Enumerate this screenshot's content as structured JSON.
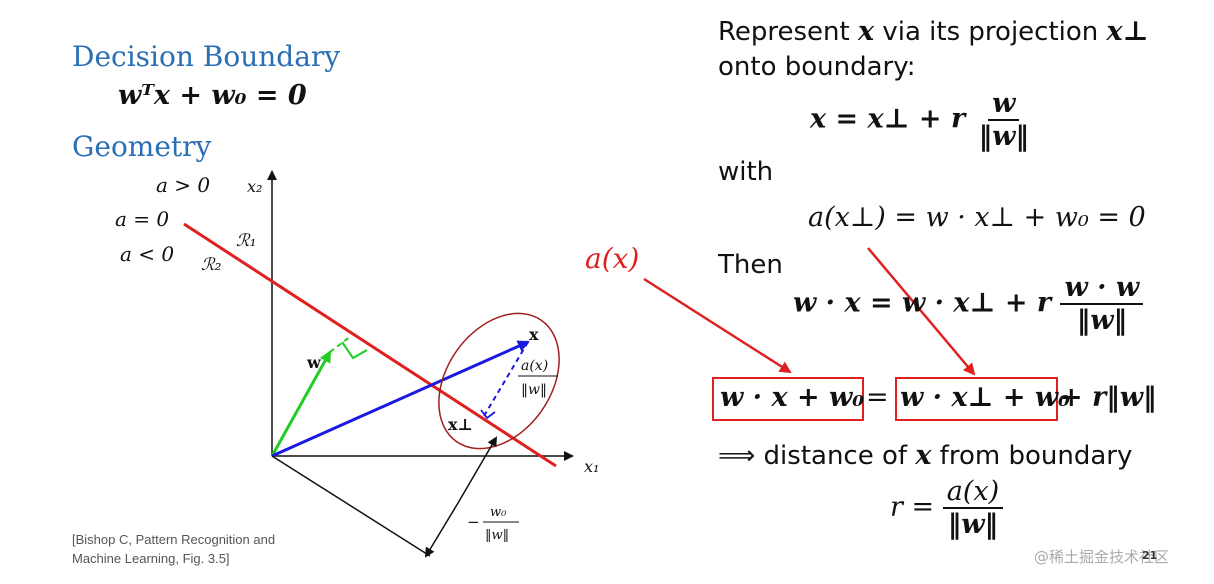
{
  "left": {
    "heading_decision": "Decision Boundary",
    "boundary_equation": "wᵀx + w₀ = 0",
    "heading_geometry": "Geometry",
    "labels": {
      "a_pos": "a > 0",
      "a_zero": "a = 0",
      "a_neg": "a < 0",
      "R1": "ℛ₁",
      "R2": "ℛ₂",
      "x1": "x₁",
      "x2": "x₂",
      "w": "w",
      "x": "x",
      "x_perp": "x⊥",
      "ax_num": "a(x)",
      "ax_den": "‖w‖",
      "w0_sign": "−",
      "w0_num": "w₀",
      "w0_den": "‖w‖"
    },
    "citation_line1": "[Bishop C, Pattern Recognition and",
    "citation_line2": "Machine Learning, Fig. 3.5]"
  },
  "right": {
    "line1_pre": "Represent ",
    "line1_x": "x",
    "line1_mid": " via its projection ",
    "line1_xperp": "x⊥",
    "line2": "onto boundary:",
    "eq1_lhs": "x = x⊥ + r",
    "eq1_num": "w",
    "eq1_den": "‖w‖",
    "with": "with",
    "eq2": "a(x⊥) = w · x⊥ + w₀ = 0",
    "ax_label": "a(x)",
    "then": "Then",
    "eq3_lhs": "w · x = w · x⊥ + r",
    "eq3_num": "w · w",
    "eq3_den": "‖w‖",
    "eq4_box1": "w · x + w₀",
    "eq4_eq": "=",
    "eq4_box2": "w · x⊥ + w₀",
    "eq4_tail": "+ r‖w‖",
    "implies": "⟹",
    "conclusion_pre": " distance of ",
    "conclusion_x": "x",
    "conclusion_post": " from boundary",
    "eq5_lhs": "r =",
    "eq5_num": "a(x)",
    "eq5_den": "‖w‖"
  },
  "footer": {
    "watermark": "@稀土掘金技术社区",
    "page_number": "21"
  },
  "colors": {
    "heading": "#2a6fb5",
    "red": "#e02020",
    "blue": "#1a1ae0",
    "green": "#22cc22",
    "dark_red": "#a02020"
  }
}
